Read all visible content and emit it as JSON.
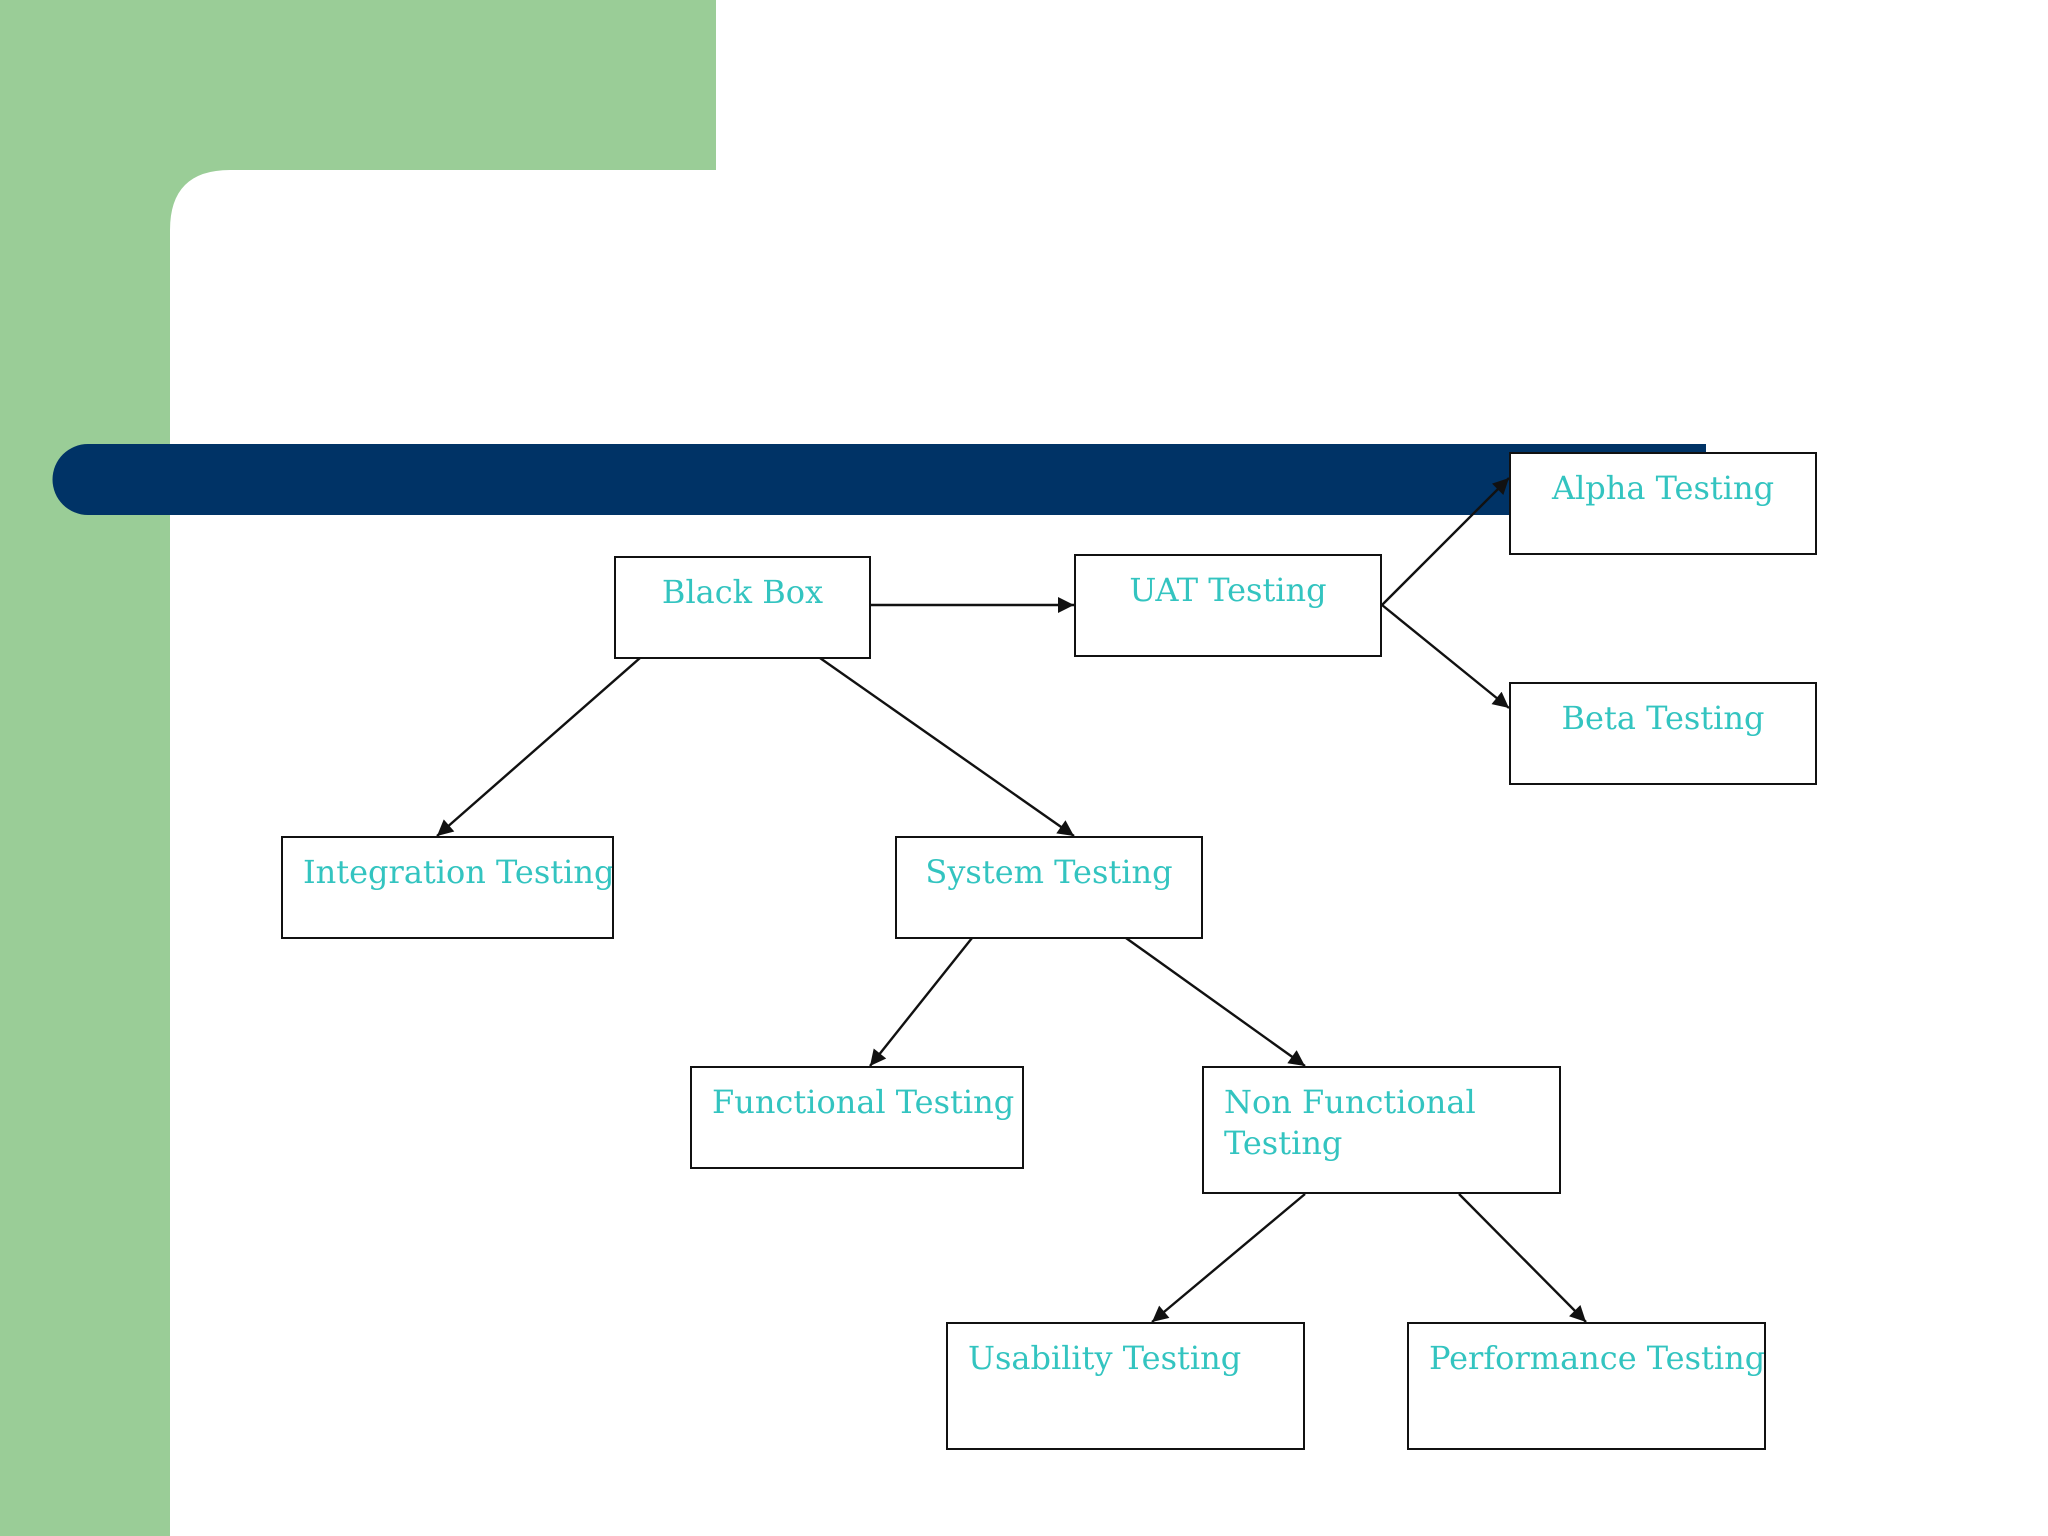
{
  "colors": {
    "sidebar_green": "#9acd97",
    "title_bar_navy": "#003366",
    "node_text": "#33c4c0",
    "node_border": "#111111",
    "edge": "#111111"
  },
  "diagram": {
    "nodes": [
      {
        "id": "black_box",
        "label": "Black Box"
      },
      {
        "id": "uat_testing",
        "label": "UAT Testing"
      },
      {
        "id": "alpha_testing",
        "label": "Alpha Testing"
      },
      {
        "id": "beta_testing",
        "label": "Beta Testing"
      },
      {
        "id": "integration_testing",
        "label": "Integration Testing"
      },
      {
        "id": "system_testing",
        "label": "System Testing"
      },
      {
        "id": "functional_testing",
        "label": "Functional Testing"
      },
      {
        "id": "non_functional_testing",
        "label": "Non Functional Testing"
      },
      {
        "id": "usability_testing",
        "label": "Usability Testing"
      },
      {
        "id": "performance_testing",
        "label": "Performance Testing"
      }
    ],
    "edges": [
      {
        "from": "black_box",
        "to": "uat_testing"
      },
      {
        "from": "uat_testing",
        "to": "alpha_testing"
      },
      {
        "from": "uat_testing",
        "to": "beta_testing"
      },
      {
        "from": "black_box",
        "to": "integration_testing"
      },
      {
        "from": "black_box",
        "to": "system_testing"
      },
      {
        "from": "system_testing",
        "to": "functional_testing"
      },
      {
        "from": "system_testing",
        "to": "non_functional_testing"
      },
      {
        "from": "non_functional_testing",
        "to": "usability_testing"
      },
      {
        "from": "non_functional_testing",
        "to": "performance_testing"
      }
    ]
  }
}
